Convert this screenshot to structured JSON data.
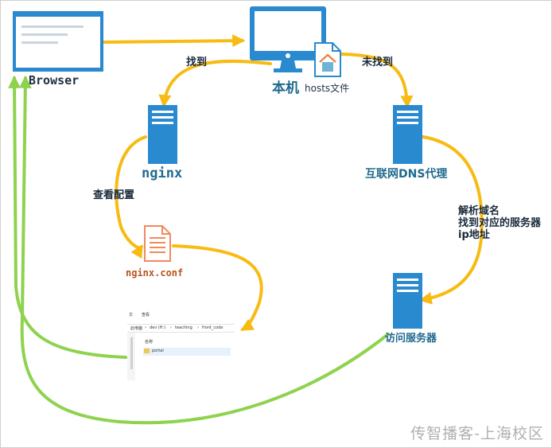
{
  "nodes": {
    "browser": "Browser",
    "local_machine": "本机",
    "hosts_file": "hosts文件",
    "nginx": "nginx",
    "dns_proxy": "互联网DNS代理",
    "nginx_conf": "nginx.conf",
    "server": "访问服务器"
  },
  "edges": {
    "found": "找到",
    "not_found": "未找到",
    "view_config": "查看配置",
    "resolve_line1": "解析域名",
    "resolve_line2": "找到对应的服务器",
    "resolve_line3": "ip地址"
  },
  "explorer": {
    "menu_file": "文",
    "menu_view": "查看",
    "path": [
      "此电脑",
      "dev (H:)",
      "teaching",
      "front_code"
    ],
    "column_name": "名称",
    "folder": "portal"
  },
  "watermark": "传智播客-上海校区",
  "colors": {
    "arrow_yellow": "#f7bb13",
    "arrow_green": "#8ed24e",
    "device_blue": "#2f8fd6",
    "label_blue": "#1f6a8e",
    "file_orange": "#f08a5d"
  }
}
